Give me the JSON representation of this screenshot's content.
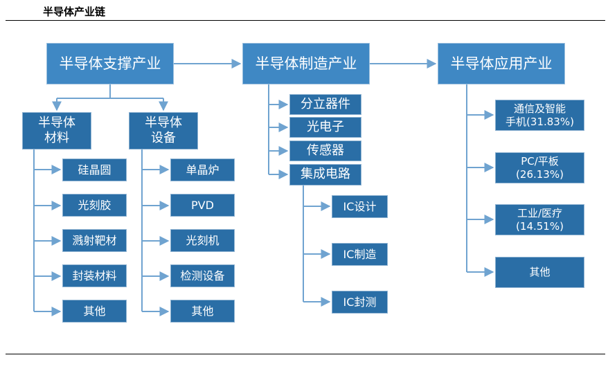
{
  "header": {
    "title": "半导体产业链"
  },
  "diagram": {
    "support": {
      "label": "半导体支撑产业",
      "materials": {
        "label": "半导体\n材料",
        "items": [
          "硅晶圆",
          "光刻胶",
          "溅射靶材",
          "封装材料",
          "其他"
        ]
      },
      "equipment": {
        "label": "半导体\n设备",
        "items": [
          "单晶炉",
          "PVD",
          "光刻机",
          "检测设备",
          "其他"
        ]
      }
    },
    "manufacturing": {
      "label": "半导体制造产业",
      "items": [
        "分立器件",
        "光电子",
        "传感器",
        "集成电路"
      ],
      "ic_items": [
        "IC设计",
        "IC制造",
        "IC封测"
      ]
    },
    "application": {
      "label": "半导体应用产业",
      "items": [
        "通信及智能\n手机(31.83%)",
        "PC/平板\n(26.13%)",
        "工业/医疗\n(14.51%)",
        "其他"
      ]
    }
  },
  "colors": {
    "box_fill": "#2a6ea6",
    "top_box_fill": "#3f88c4",
    "connector": "#6fa3d0"
  }
}
